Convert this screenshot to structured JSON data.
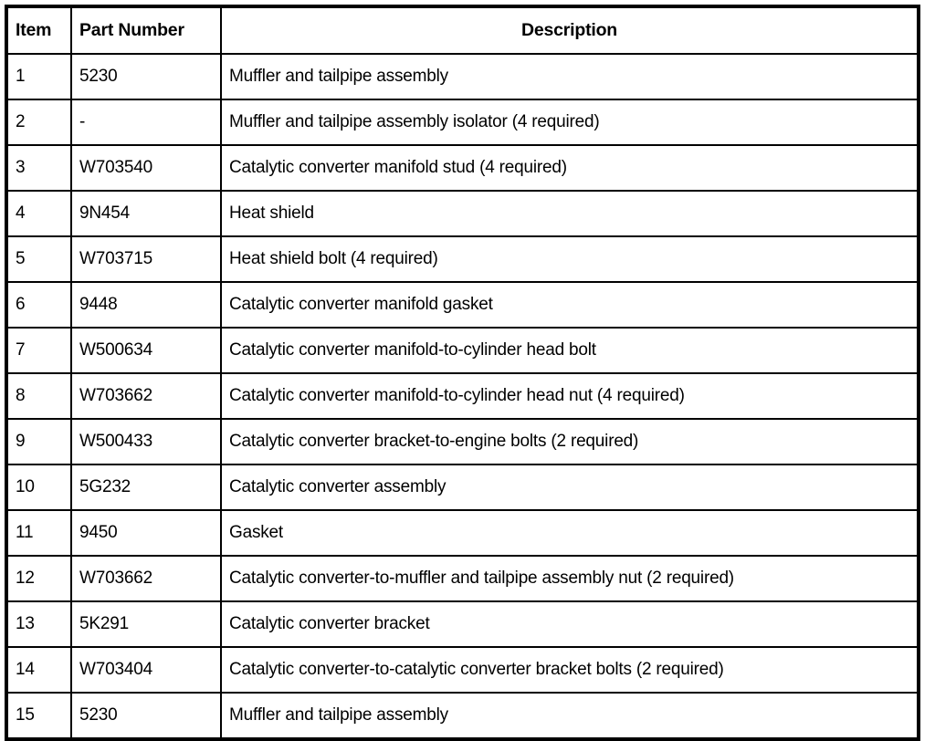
{
  "table": {
    "name": "exhaust-system-parts-table",
    "columns": [
      {
        "key": "item",
        "label": "Item",
        "align": "left"
      },
      {
        "key": "part_number",
        "label": "Part Number",
        "align": "left"
      },
      {
        "key": "description",
        "label": "Description",
        "align": "center"
      }
    ],
    "rows": [
      {
        "item": "1",
        "part_number": "5230",
        "description": "Muffler and tailpipe assembly"
      },
      {
        "item": "2",
        "part_number": "-",
        "description": "Muffler and tailpipe assembly isolator (4 required)"
      },
      {
        "item": "3",
        "part_number": "W703540",
        "description": "Catalytic converter manifold stud (4 required)"
      },
      {
        "item": "4",
        "part_number": "9N454",
        "description": "Heat shield"
      },
      {
        "item": "5",
        "part_number": "W703715",
        "description": "Heat shield bolt (4 required)"
      },
      {
        "item": "6",
        "part_number": "9448",
        "description": "Catalytic converter manifold gasket"
      },
      {
        "item": "7",
        "part_number": "W500634",
        "description": "Catalytic converter manifold-to-cylinder head bolt"
      },
      {
        "item": "8",
        "part_number": "W703662",
        "description": "Catalytic converter manifold-to-cylinder head nut (4 required)"
      },
      {
        "item": "9",
        "part_number": "W500433",
        "description": "Catalytic converter bracket-to-engine bolts (2 required)"
      },
      {
        "item": "10",
        "part_number": "5G232",
        "description": "Catalytic converter assembly"
      },
      {
        "item": "11",
        "part_number": "9450",
        "description": "Gasket"
      },
      {
        "item": "12",
        "part_number": "W703662",
        "description": "Catalytic converter-to-muffler and tailpipe assembly nut (2 required)"
      },
      {
        "item": "13",
        "part_number": "5K291",
        "description": "Catalytic converter bracket"
      },
      {
        "item": "14",
        "part_number": "W703404",
        "description": "Catalytic converter-to-catalytic converter bracket bolts (2 required)"
      },
      {
        "item": "15",
        "part_number": "5230",
        "description": "Muffler and tailpipe assembly"
      }
    ]
  },
  "colors": {
    "border": "#000000",
    "text": "#000000",
    "background": "#ffffff"
  }
}
